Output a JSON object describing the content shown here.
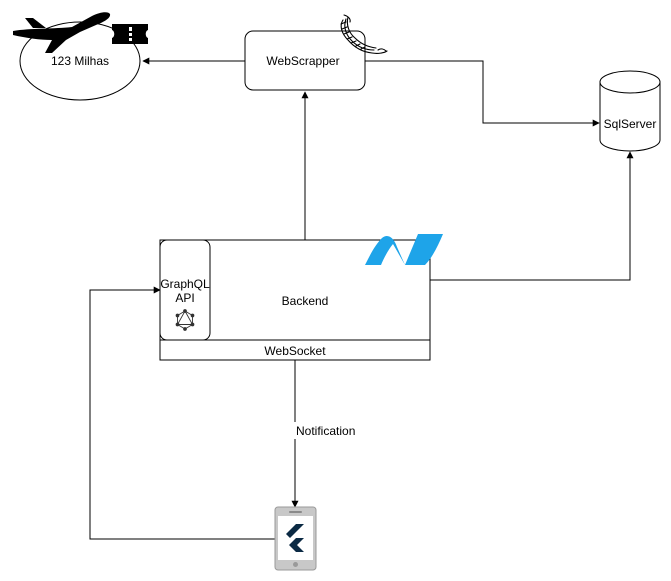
{
  "nodes": {
    "milhas": {
      "label": "123 Milhas",
      "icons": [
        "airplane-icon",
        "ticket-icon"
      ]
    },
    "webscrapper": {
      "label": "WebScrapper",
      "icon": "python-logo-icon"
    },
    "sqlserver": {
      "label": "SqlServer"
    },
    "backend": {
      "label": "Backend",
      "icon": "dotnet-logo-icon"
    },
    "graphql": {
      "label_line1": "GraphQL",
      "label_line2": "API",
      "icon": "graphql-logo-icon"
    },
    "websocket": {
      "label": "WebSocket"
    },
    "mobile_app": {
      "icon": "flutter-phone-icon"
    }
  },
  "edges": {
    "notification": {
      "label": "Notification"
    }
  },
  "colors": {
    "stroke": "#000000",
    "dotnet_blue": "#1EA4E9",
    "flutter_dark": "#0B2A44",
    "phone_gray": "#C8C8C8"
  }
}
